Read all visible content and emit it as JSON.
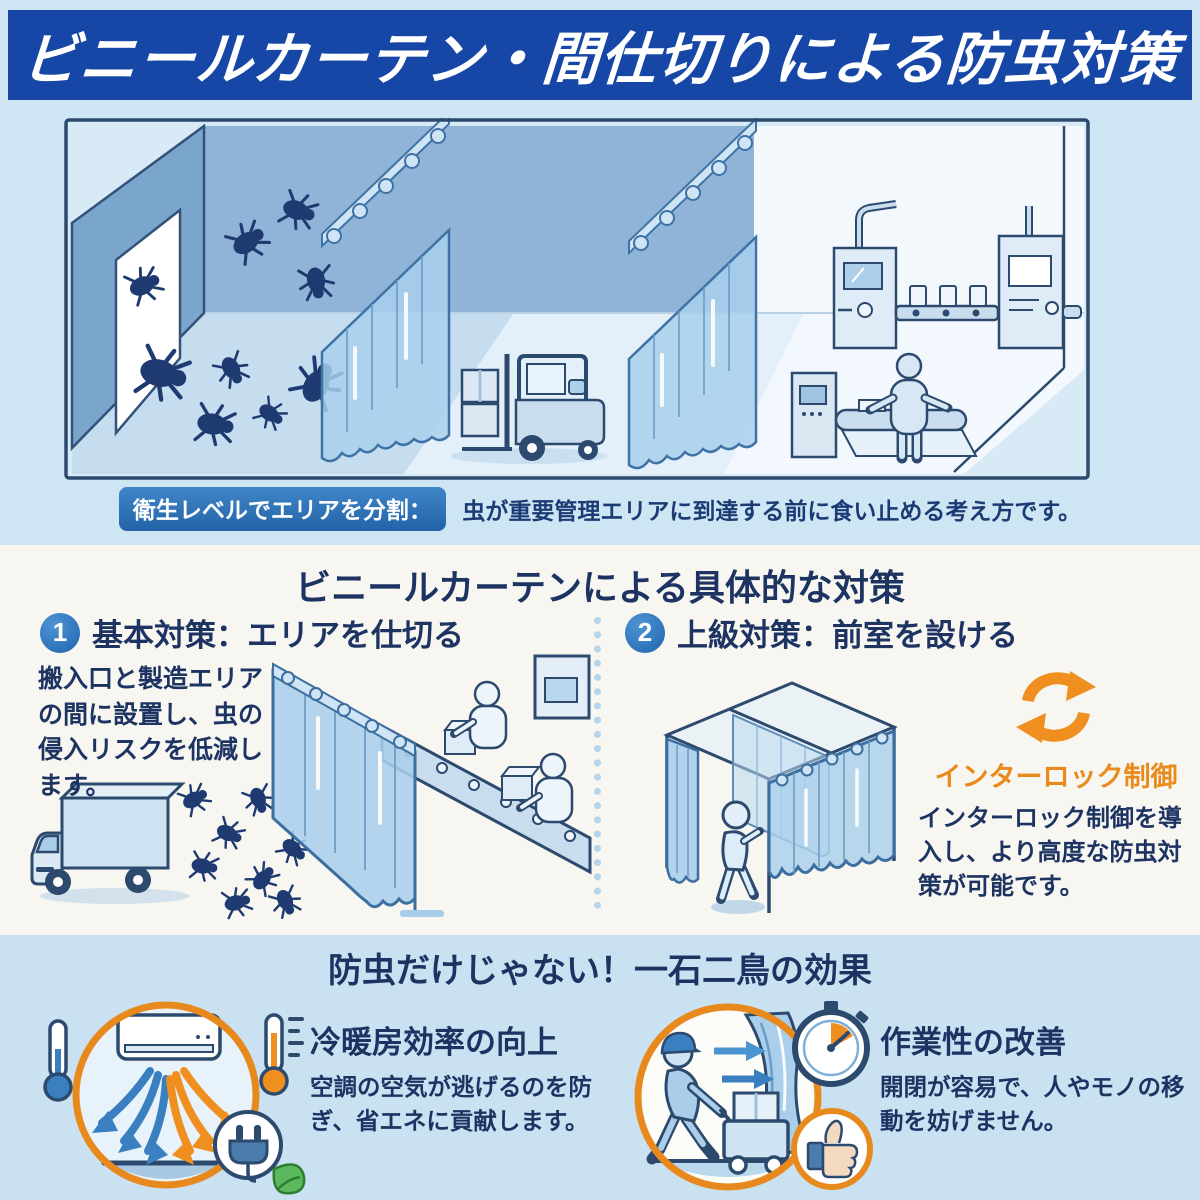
{
  "header": {
    "title": "ビニールカーテン・間仕切りによる防虫対策"
  },
  "hero": {
    "caption_badge": "衛生レベルでエリアを分割：",
    "caption_text": "虫が重要管理エリアに到達する前に食い止める考え方です。"
  },
  "measures": {
    "title": "ビニールカーテンによる具体的な対策",
    "items": [
      {
        "number": "1",
        "heading": "基本対策：エリアを仕切る",
        "body": "搬入口と製造エリアの間に設置し、虫の侵入リスクを低減します。"
      },
      {
        "number": "2",
        "heading": "上級対策：前室を設ける",
        "label": "インターロック制御",
        "body": "インターロック制御を導入し、より高度な防虫対策が可能です。"
      }
    ]
  },
  "benefits": {
    "title": "防虫だけじゃない！一石二鳥の効果",
    "items": [
      {
        "heading": "冷暖房効率の向上",
        "body": "空調の空気が逃げるのを防ぎ、省エネに貢献します。"
      },
      {
        "heading": "作業性の改善",
        "body": "開閉が容易で、人やモノの移動を妨げません。"
      }
    ]
  },
  "icons": {
    "interlock": "sync-arrows-icon",
    "benefit_1": "air-conditioner-energy-icon",
    "benefit_2": "worker-cart-stopwatch-thumbsup-icon"
  },
  "colors": {
    "banner_blue": "#1747a6",
    "navy_text": "#1d3463",
    "badge_blue": "#2d74ba",
    "accent_orange": "#e98b1c",
    "curtain_blue": "#a8cfec",
    "bug_navy": "#1e3a70",
    "bg_top": "#cee5f3",
    "bg_mid": "#f7f6f1",
    "bg_bottom": "#c9e1f1"
  }
}
